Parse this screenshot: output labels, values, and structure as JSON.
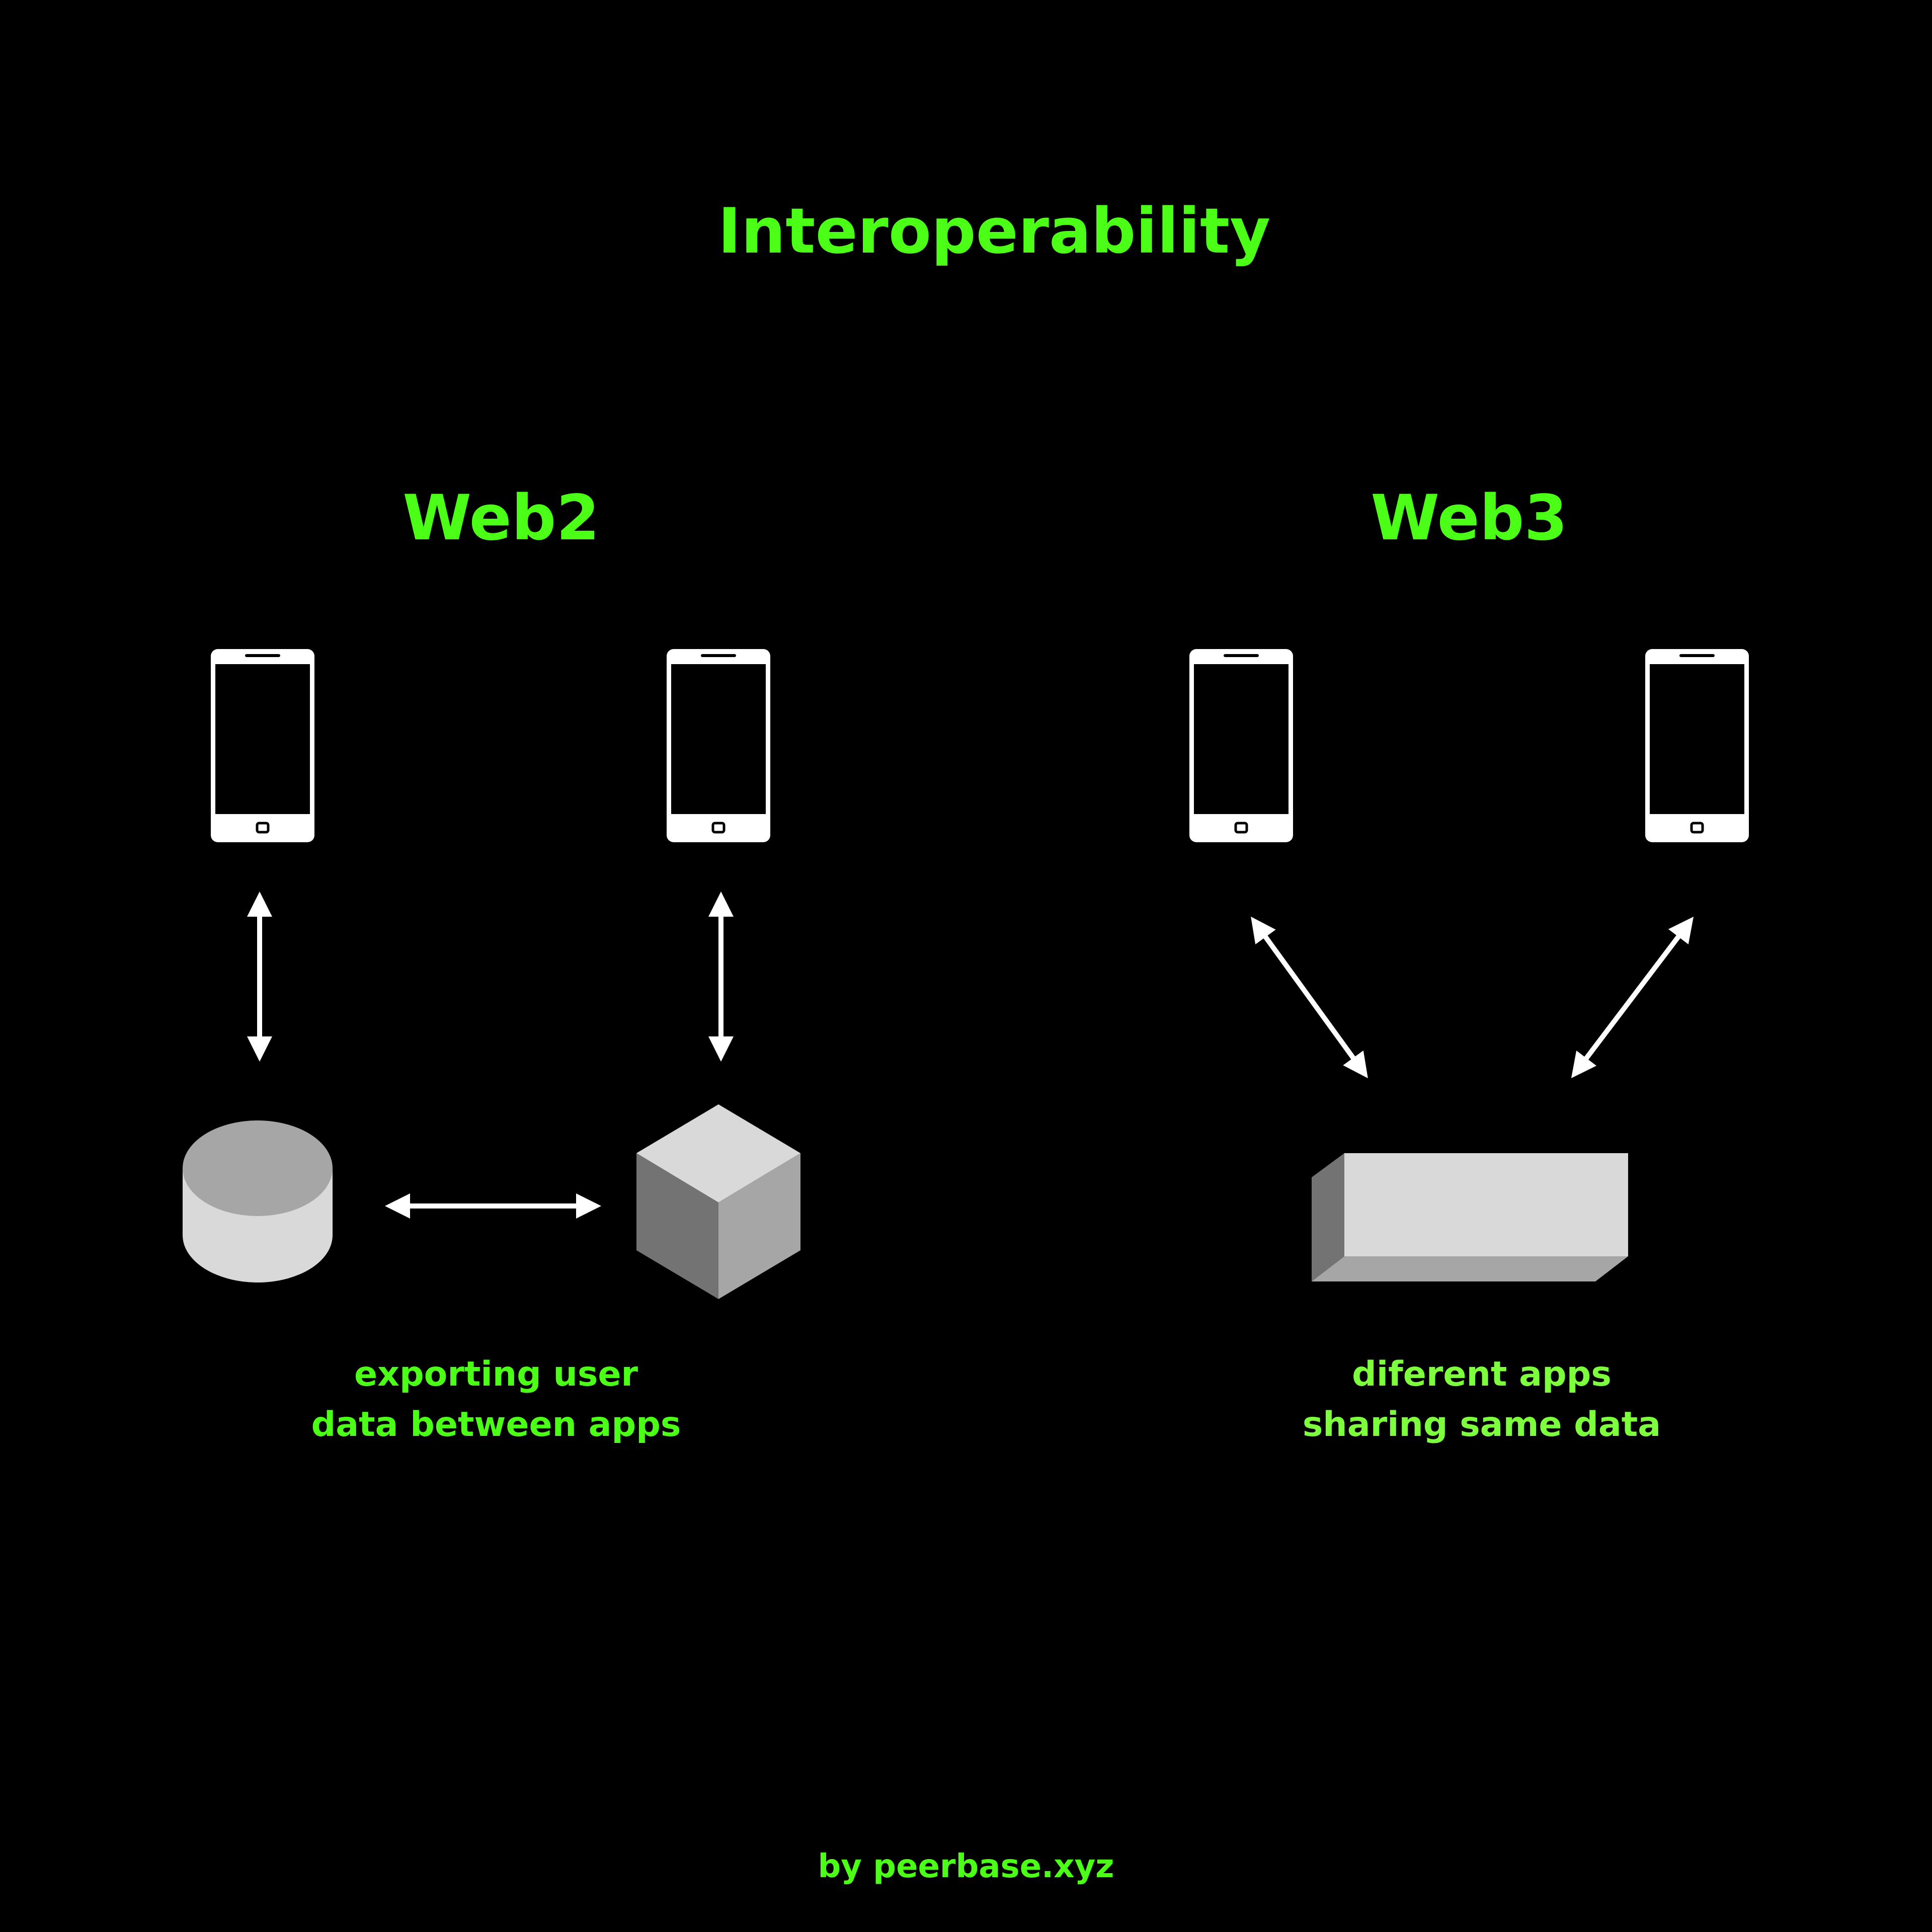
{
  "title": "Interoperability",
  "sections": {
    "web2": {
      "heading": "Web2",
      "caption_line1": "exporting user",
      "caption_line2": "data between apps"
    },
    "web3": {
      "heading": "Web3",
      "caption_line1": "diferent apps",
      "caption_line2": "sharing same data"
    }
  },
  "footer": "by peerbase.xyz",
  "colors": {
    "background": "#000000",
    "accent": "#4cff17",
    "icon_stroke": "#ffffff",
    "shape_light": "#d9d9d9",
    "shape_mid": "#a6a6a6",
    "shape_dark": "#737373"
  },
  "icons": [
    "phone-icon",
    "database-icon",
    "cube-icon",
    "shared-block-icon",
    "double-arrow-icon"
  ]
}
